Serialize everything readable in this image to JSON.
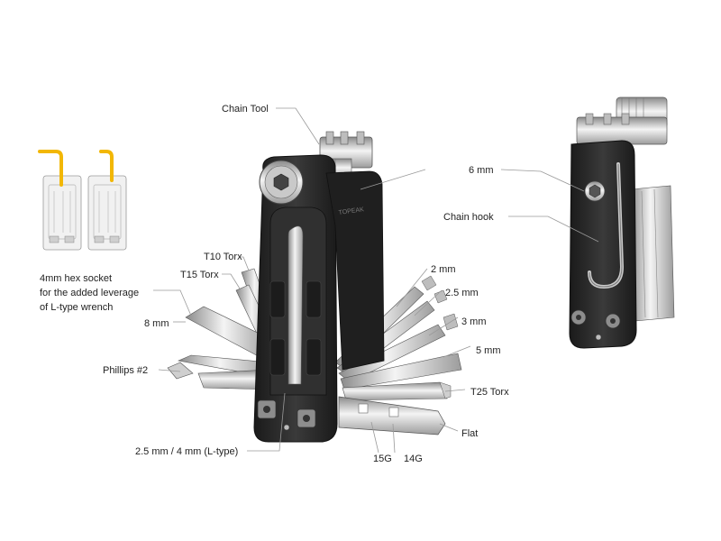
{
  "labels": {
    "chain_tool": "Chain Tool",
    "t10_torx": "T10 Torx",
    "t15_torx": "T15 Torx",
    "mm8": "8 mm",
    "phillips": "Phillips #2",
    "mm25_4_ltype": "2.5 mm / 4 mm (L-type)",
    "hex_socket_1": "4mm hex socket",
    "hex_socket_2": "for the added leverage",
    "hex_socket_3": "of L-type wrench",
    "mm2": "2 mm",
    "mm25": "2.5 mm",
    "mm3": "3 mm",
    "mm5": "5 mm",
    "t25_torx": "T25 Torx",
    "flat": "Flat",
    "g15": "15G",
    "g14": "14G",
    "mm6": "6 mm",
    "chain_hook": "Chain hook",
    "brand_mark": "TOPEAK"
  },
  "colors": {
    "body": "#262626",
    "steel": "#d9d9d9",
    "yellow": "#f2b705",
    "leader": "#9a9a9a"
  }
}
